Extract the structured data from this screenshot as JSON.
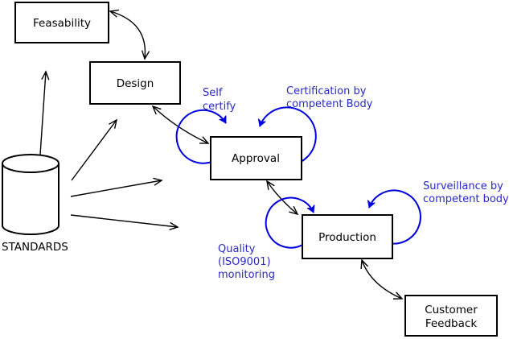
{
  "diagram": {
    "nodes": {
      "feasability": "Feasability",
      "design": "Design",
      "approval": "Approval",
      "production": "Production",
      "customer_feedback_line1": "Customer",
      "customer_feedback_line2": "Feedback",
      "standards": "STANDARDS"
    },
    "annotations": {
      "self_certify_line1": "Self",
      "self_certify_line2": "certify",
      "certification_line1": "Certification by",
      "certification_line2": "competent Body",
      "surveillance_line1": "Surveillance by",
      "surveillance_line2": "competent body",
      "quality_line1": "Quality",
      "quality_line2": "(ISO9001)",
      "quality_line3": "monitoring"
    },
    "colors": {
      "line": "#000000",
      "loop_stroke": "#0000dd",
      "annotation_text": "#2929c4",
      "box_fill": "#ffffff"
    }
  }
}
